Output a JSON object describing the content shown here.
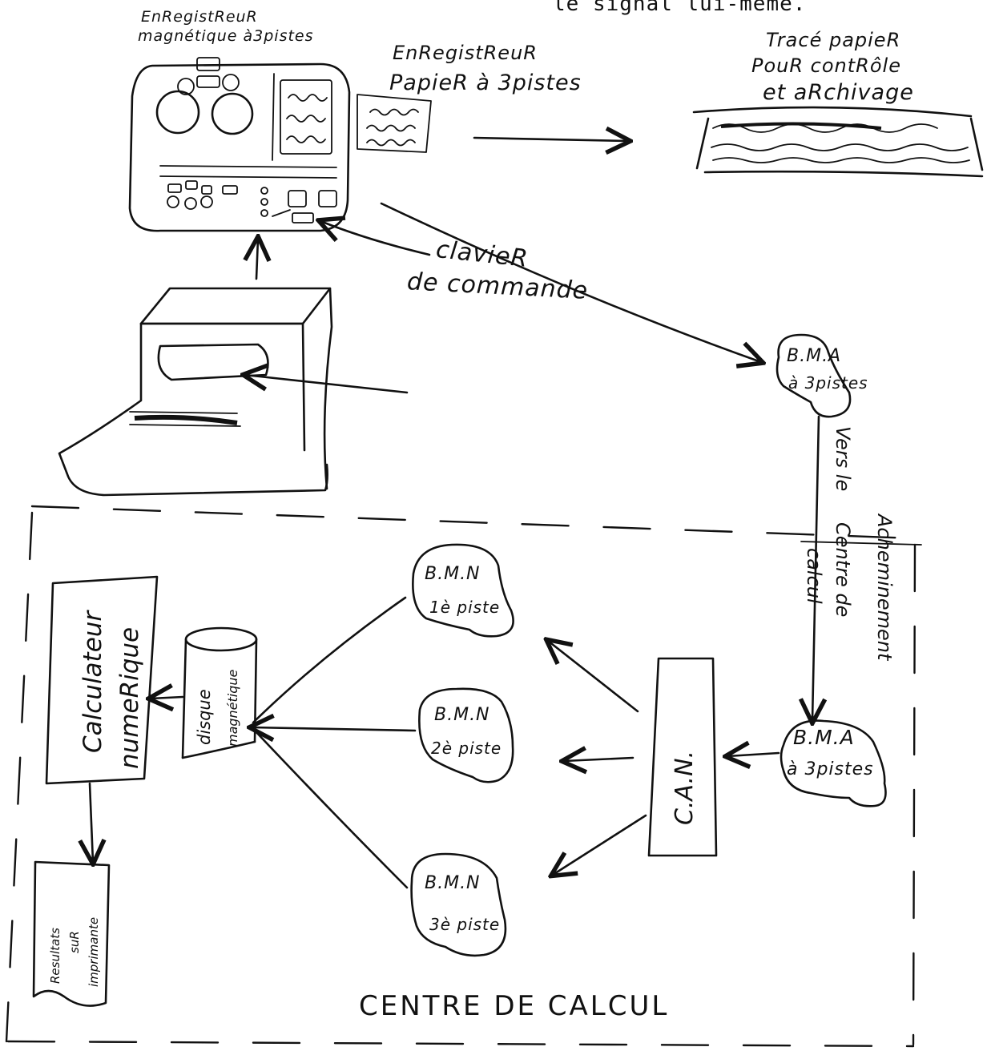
{
  "header_fragment": "le signal lui-même.",
  "recorders": {
    "magnetic_label_line1": "EnRegistReuR",
    "magnetic_label_line2": "magnétique à3pistes",
    "paper_label_line1": "EnRegistReuR",
    "paper_label_line2": "PapieR à 3pistes"
  },
  "paper_trace": {
    "line1": "Tracé papieR",
    "line2": "PouR contRôle",
    "line3": "et aRchivage"
  },
  "keyboard_label": {
    "line1": "clavieR",
    "line2": "de commande"
  },
  "bma_top": {
    "line1": "B.M.A",
    "line2": "à 3pistes"
  },
  "route_label": {
    "col1": "Vers le",
    "col2": "Acheminement",
    "col3": "Centre de",
    "col4": "calcul"
  },
  "bma_bottom": {
    "line1": "B.M.A",
    "line2": "à 3pistes"
  },
  "can_label": "C.A.N.",
  "bmn": [
    {
      "line1": "B.M.N",
      "line2": "1è piste"
    },
    {
      "line1": "B.M.N",
      "line2": "2è piste"
    },
    {
      "line1": "B.M.N",
      "line2": "3è piste"
    }
  ],
  "disk_label": {
    "line1": "disque",
    "line2": "magnétique"
  },
  "computer_label": {
    "line1": "Calculateur",
    "line2": "numeRique"
  },
  "results_label": {
    "line1": "Resultats",
    "line2": "suR",
    "line3": "imprimante"
  },
  "zone_title": "CENTRE DE CALCUL"
}
